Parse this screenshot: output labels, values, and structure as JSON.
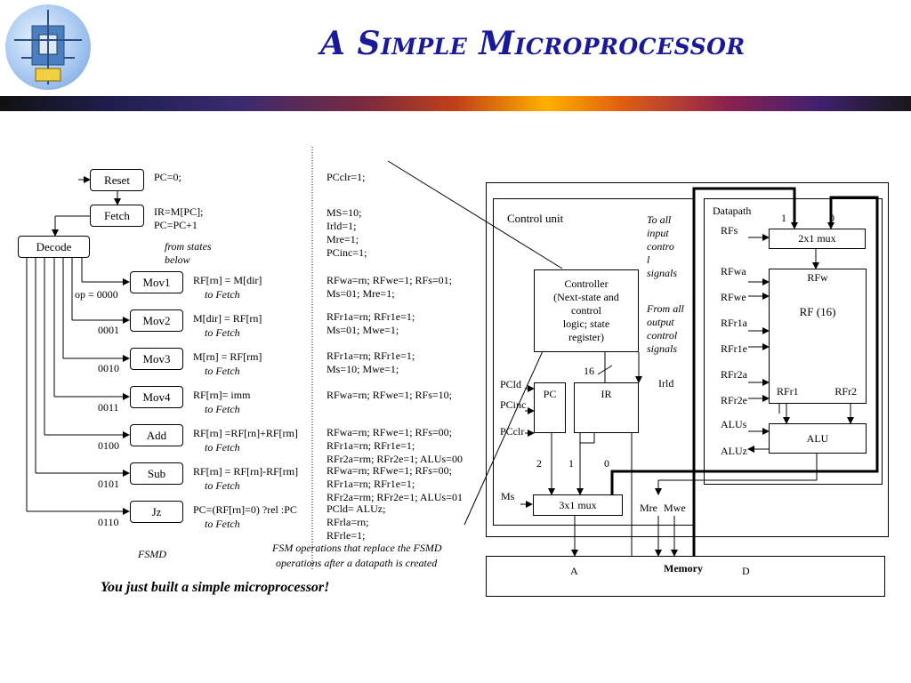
{
  "slide": {
    "title": "A Simple Microprocessor",
    "footer": "You just built a simple microprocessor!",
    "fsmd_label": "FSMD",
    "fsm_note_line1": "FSM operations that replace the FSMD",
    "fsm_note_line2": "operations after a datapath is created"
  },
  "fsmd": {
    "states": [
      {
        "name": "Reset",
        "action": "PC=0;",
        "fsm": [
          "PCclr=1;"
        ]
      },
      {
        "name": "Fetch",
        "action": [
          "IR=M[PC];",
          "PC=PC+1"
        ],
        "fsm": [
          "MS=10;",
          "Irld=1;",
          "Mre=1;",
          "PCinc=1;"
        ]
      },
      {
        "name": "Decode",
        "note": [
          "from states",
          "below"
        ]
      },
      {
        "name": "Mov1",
        "op": "op = 0000",
        "action": "RF[rn] = M[dir]",
        "next": "to Fetch",
        "fsm": [
          "RFwa=rn; RFwe=1;  RFs=01;",
          "Ms=01; Mre=1;"
        ]
      },
      {
        "name": "Mov2",
        "op": "0001",
        "action": "M[dir] = RF[rn]",
        "next": "to Fetch",
        "fsm": [
          "RFr1a=rn; RFr1e=1;",
          "Ms=01; Mwe=1;"
        ]
      },
      {
        "name": "Mov3",
        "op": "0010",
        "action": "M[rn] = RF[rm]",
        "next": "to Fetch",
        "fsm": [
          "RFr1a=rn; RFr1e=1;",
          "Ms=10; Mwe=1;"
        ]
      },
      {
        "name": "Mov4",
        "op": "0011",
        "action": "RF[rn]= imm",
        "next": "to Fetch",
        "fsm": [
          "RFwa=rn; RFwe=1; RFs=10;"
        ]
      },
      {
        "name": "Add",
        "op": "0100",
        "action": "RF[rn] =RF[rn]+RF[rm]",
        "next": "to Fetch",
        "fsm": [
          "RFwa=rn; RFwe=1; RFs=00;",
          "RFr1a=rn; RFr1e=1;",
          "RFr2a=rm; RFr2e=1; ALUs=00"
        ]
      },
      {
        "name": "Sub",
        "op": "0101",
        "action": "RF[rn] = RF[rn]-RF[rm]",
        "next": "to Fetch",
        "fsm": [
          "RFwa=rn; RFwe=1; RFs=00;",
          "RFr1a=rn; RFr1e=1;",
          "RFr2a=rm; RFr2e=1; ALUs=01"
        ]
      },
      {
        "name": "Jz",
        "op": "0110",
        "action": "PC=(RF[rn]=0) ?rel :PC",
        "next": "to Fetch",
        "fsm": [
          "PCld= ALUz;",
          "RFrla=rn;",
          "RFrle=1;"
        ]
      }
    ]
  },
  "arch": {
    "control_unit": "Control unit",
    "datapath": "Datapath",
    "controller": [
      "Controller",
      "(Next-state and",
      "control",
      "logic; state",
      "register)"
    ],
    "to_all_input": [
      "To all",
      "input",
      "contro",
      "l",
      "signals"
    ],
    "from_all_output": [
      "From all",
      "output",
      "control",
      "signals"
    ],
    "pc": "PC",
    "ir": "IR",
    "pc_signals": [
      "PCld",
      "PCinc",
      "PCclr"
    ],
    "irld": "Irld",
    "bus16": "16",
    "mux3": "3x1 mux",
    "mux3_inputs": [
      "2",
      "1",
      "0"
    ],
    "ms": "Ms",
    "mre": "Mre",
    "mwe": "Mwe",
    "mux2": "2x1 mux",
    "mux2_inputs": [
      "1",
      "0"
    ],
    "rfs": "RFs",
    "rf": "RF (16)",
    "rfw": "RFw",
    "rf_left_signals": [
      "RFwa",
      "RFwe",
      "RFr1a",
      "RFr1e",
      "RFr2a",
      "RFr2e"
    ],
    "rfr1": "RFr1",
    "rfr2": "RFr2",
    "alus": "ALUs",
    "aluz": "ALUz",
    "alu": "ALU",
    "memory": "Memory",
    "mem_a": "A",
    "mem_d": "D"
  }
}
